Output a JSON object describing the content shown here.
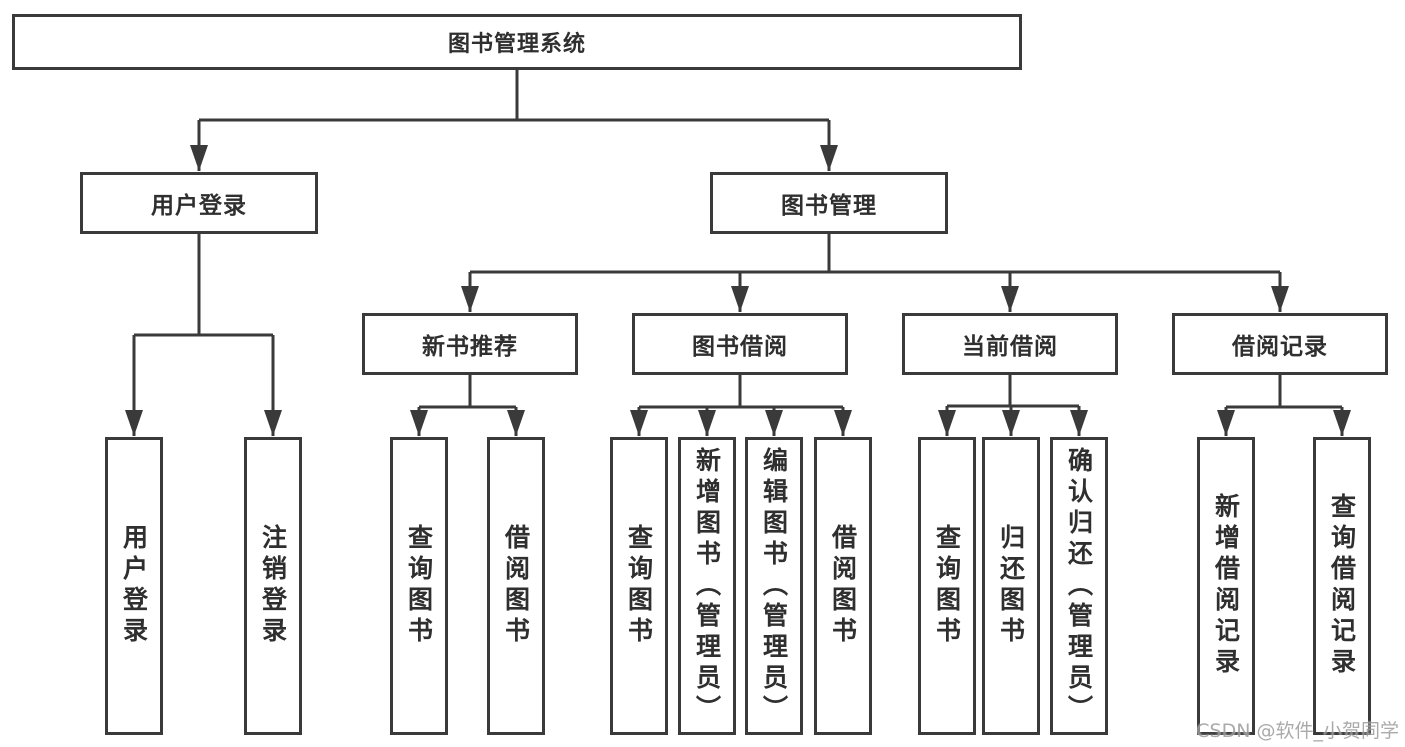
{
  "diagram": {
    "label": "图书管理系统",
    "children": [
      {
        "label": "用户登录",
        "children": [
          {
            "label": "用户登录"
          },
          {
            "label": "注销登录"
          }
        ]
      },
      {
        "label": "图书管理",
        "children": [
          {
            "label": "新书推荐",
            "children": [
              {
                "label": "查询图书"
              },
              {
                "label": "借阅图书"
              }
            ]
          },
          {
            "label": "图书借阅",
            "children": [
              {
                "label": "查询图书"
              },
              {
                "label": "新增图书（管理员）"
              },
              {
                "label": "编辑图书（管理员）"
              },
              {
                "label": "借阅图书"
              }
            ]
          },
          {
            "label": "当前借阅",
            "children": [
              {
                "label": "查询图书"
              },
              {
                "label": "归还图书"
              },
              {
                "label": "确认归还（管理员）"
              }
            ]
          },
          {
            "label": "借阅记录",
            "children": [
              {
                "label": "新增借阅记录"
              },
              {
                "label": "查询借阅记录"
              }
            ]
          }
        ]
      }
    ]
  },
  "watermark": {
    "text": "CSDN @软件_小贺同学"
  },
  "colors": {
    "line": "#3a3a3a",
    "text": "#2f2f2f",
    "watermark": "#9c9c9c"
  }
}
